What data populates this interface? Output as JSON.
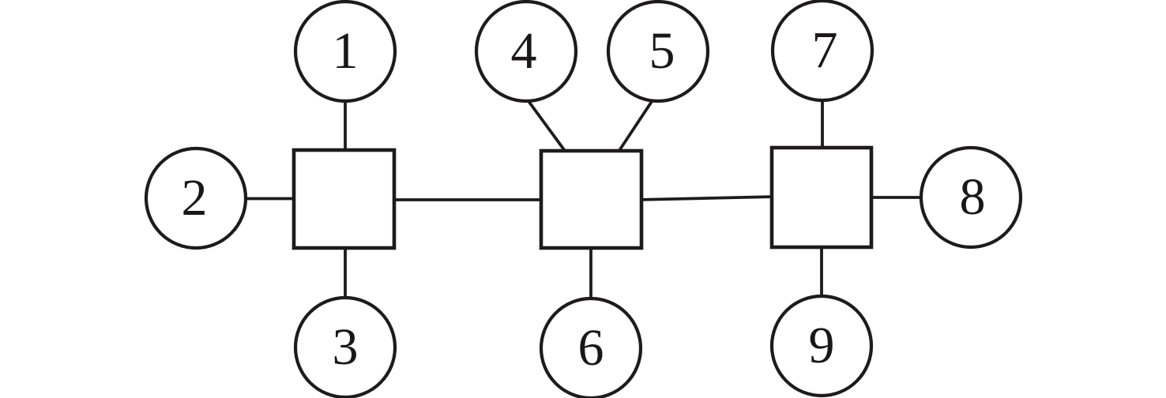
{
  "figure": {
    "background_color": "#ffffff",
    "stroke_color": "#1d1b1c",
    "node_fill_color": "#ffffff"
  },
  "graph": {
    "type": "factor-graph",
    "variable_nodes": [
      {
        "label": "1",
        "shape": "circle"
      },
      {
        "label": "2",
        "shape": "circle"
      },
      {
        "label": "3",
        "shape": "circle"
      },
      {
        "label": "4",
        "shape": "circle"
      },
      {
        "label": "5",
        "shape": "circle"
      },
      {
        "label": "6",
        "shape": "circle"
      },
      {
        "label": "7",
        "shape": "circle"
      },
      {
        "label": "8",
        "shape": "circle"
      },
      {
        "label": "9",
        "shape": "circle"
      }
    ],
    "factor_nodes": [
      {
        "id": "f1",
        "shape": "square",
        "label": ""
      },
      {
        "id": "f2",
        "shape": "square",
        "label": ""
      },
      {
        "id": "f3",
        "shape": "square",
        "label": ""
      }
    ],
    "edges": [
      {
        "from": "1",
        "to": "f1"
      },
      {
        "from": "2",
        "to": "f1"
      },
      {
        "from": "3",
        "to": "f1"
      },
      {
        "from": "f1",
        "to": "f2"
      },
      {
        "from": "4",
        "to": "f2"
      },
      {
        "from": "5",
        "to": "f2"
      },
      {
        "from": "6",
        "to": "f2"
      },
      {
        "from": "f2",
        "to": "f3"
      },
      {
        "from": "7",
        "to": "f3"
      },
      {
        "from": "8",
        "to": "f3"
      },
      {
        "from": "9",
        "to": "f3"
      }
    ]
  }
}
